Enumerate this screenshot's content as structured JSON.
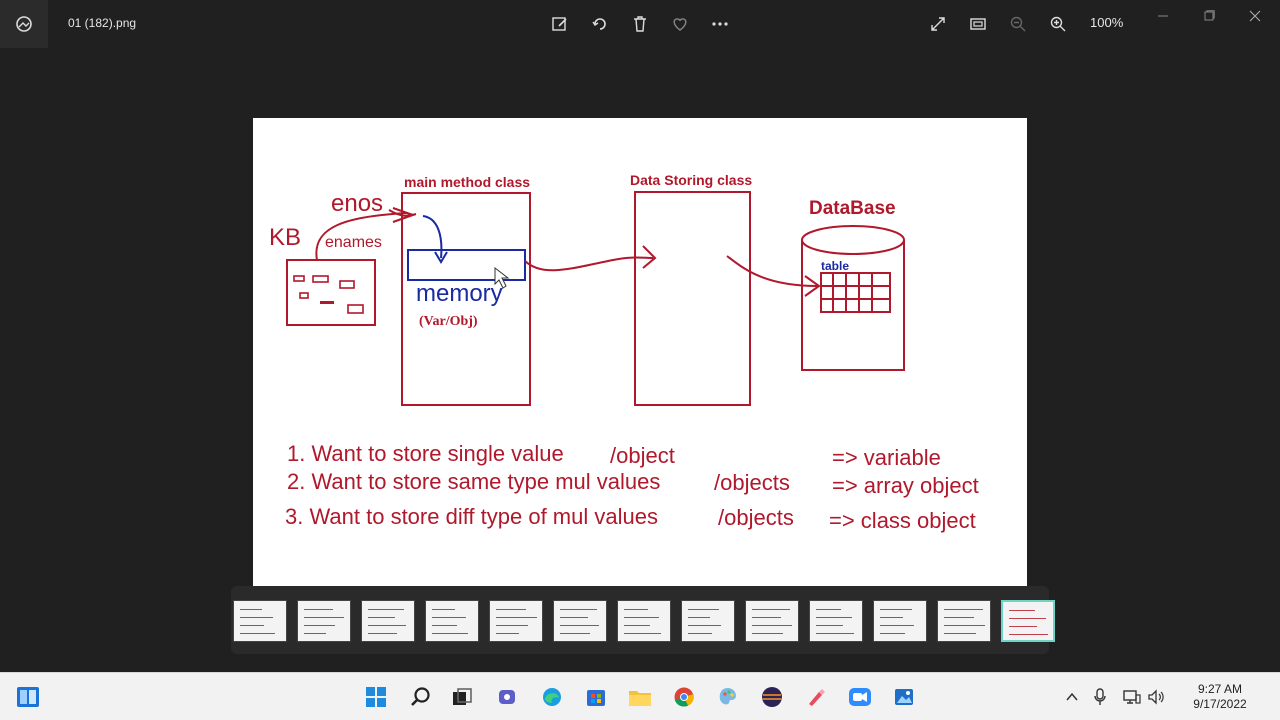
{
  "window": {
    "file_name": "01 (182).png",
    "zoom_level": "100%"
  },
  "toolbar": {
    "icons": [
      "edit-image-icon",
      "rotate-icon",
      "delete-icon",
      "favorite-icon",
      "more-icon",
      "fullscreen-icon",
      "fit-icon",
      "zoom-out-icon",
      "zoom-in-icon"
    ]
  },
  "diagram": {
    "main_class_label": "main method class",
    "data_class_label": "Data Storing class",
    "database_label": "DataBase",
    "table_label": "table",
    "kb_label": "KB",
    "enos_label": "enos",
    "enames_label": "enames",
    "memory_label": "memory",
    "varobj_label": "(Var/Obj)",
    "lines": [
      {
        "text": "1. Want to store single value",
        "suffix": "/object",
        "result": "=> variable"
      },
      {
        "text": "2. Want to store same type mul values",
        "suffix": "/objects",
        "result": "=> array object"
      },
      {
        "text": "3. Want to store  diff type of mul values",
        "suffix": "/objects",
        "result": "=>  class object"
      }
    ],
    "colors": {
      "ink": "#b0182c",
      "blue": "#1a2aa0"
    }
  },
  "filmstrip": {
    "thumb_count": 13,
    "selected_index": 12
  },
  "taskbar": {
    "time": "9:27 AM",
    "date": "9/17/2022",
    "apps": [
      "start-icon",
      "search-icon",
      "task-view-icon",
      "teams-icon",
      "edge-icon",
      "store-icon",
      "file-explorer-icon",
      "chrome-icon",
      "paint-icon",
      "eclipse-icon",
      "paint-brush-icon",
      "zoom-icon",
      "photos-icon"
    ]
  }
}
